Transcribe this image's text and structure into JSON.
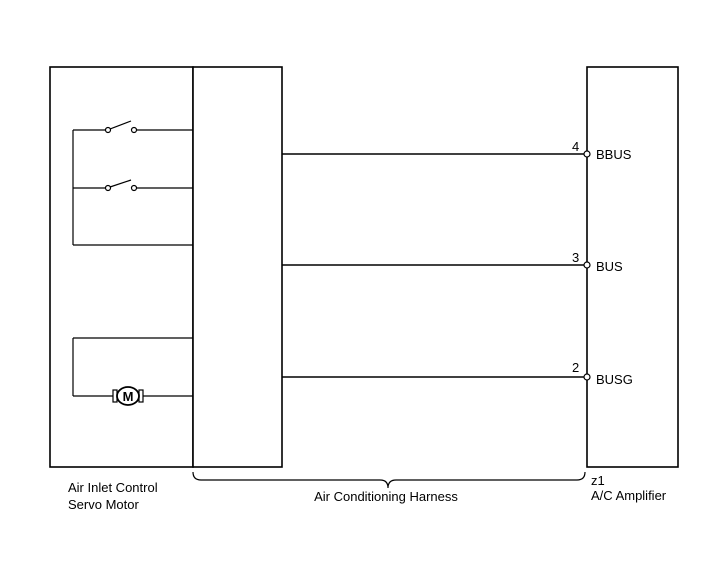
{
  "components": {
    "servo_motor": {
      "label_line1": "Air Inlet Control",
      "label_line2": "Servo Motor",
      "motor_symbol": "M"
    },
    "harness": {
      "label": "Air Conditioning Harness"
    },
    "amplifier": {
      "connector": "z1",
      "label": "A/C Amplifier"
    }
  },
  "pins": [
    {
      "number": "4",
      "name": "BBUS"
    },
    {
      "number": "3",
      "name": "BUS"
    },
    {
      "number": "2",
      "name": "BUSG"
    }
  ]
}
